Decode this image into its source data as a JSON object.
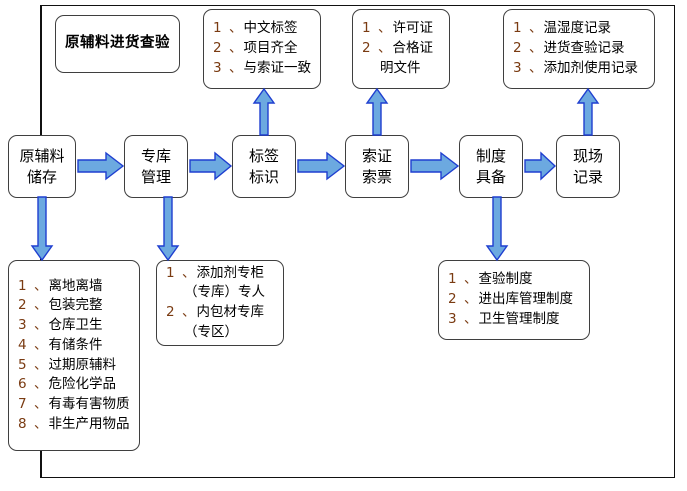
{
  "diagram": {
    "title_box": {
      "label": "原辅料进货查验"
    },
    "process_steps": [
      {
        "id": "storage",
        "lines": [
          "原辅料",
          "储存"
        ]
      },
      {
        "id": "warehouse",
        "lines": [
          "专库",
          "管理"
        ]
      },
      {
        "id": "labeling",
        "lines": [
          "标签",
          "标识"
        ]
      },
      {
        "id": "cert",
        "lines": [
          "索证",
          "索票"
        ]
      },
      {
        "id": "system",
        "lines": [
          "制度",
          "具备"
        ]
      },
      {
        "id": "records",
        "lines": [
          "现场",
          "记录"
        ]
      }
    ],
    "top_notes": [
      {
        "id": "label-requirements",
        "items": [
          {
            "num": "1",
            "sep": "、",
            "text": "中文标签"
          },
          {
            "num": "2",
            "sep": "、",
            "text": "项目齐全"
          },
          {
            "num": "3",
            "sep": "、",
            "text": "与索证一致"
          }
        ],
        "continuations": []
      },
      {
        "id": "certificate-requirements",
        "items": [
          {
            "num": "1",
            "sep": "、",
            "text": "许可证"
          },
          {
            "num": "2",
            "sep": "、",
            "text": "合格证"
          }
        ],
        "continuations": [
          {
            "after": 2,
            "text": "明文件"
          }
        ]
      },
      {
        "id": "record-requirements",
        "items": [
          {
            "num": "1",
            "sep": "、",
            "text": "温湿度记录"
          },
          {
            "num": "2",
            "sep": "、",
            "text": "进货查验记录"
          },
          {
            "num": "3",
            "sep": "、",
            "text": "添加剂使用记录"
          }
        ],
        "continuations": []
      }
    ],
    "bottom_notes": [
      {
        "id": "storage-requirements",
        "items": [
          {
            "num": "1",
            "sep": "、",
            "text": "离地离墙"
          },
          {
            "num": "2",
            "sep": "、",
            "text": "包装完整"
          },
          {
            "num": "3",
            "sep": "、",
            "text": "仓库卫生"
          },
          {
            "num": "4",
            "sep": "、",
            "text": "有储条件"
          },
          {
            "num": "5",
            "sep": "、",
            "text": "过期原辅料"
          },
          {
            "num": "6",
            "sep": "、",
            "text": "危险化学品"
          },
          {
            "num": "7",
            "sep": "、",
            "text": "有毒有害物质"
          },
          {
            "num": "8",
            "sep": "、",
            "text": "非生产用物品"
          }
        ],
        "continuations": []
      },
      {
        "id": "dedicated-storage",
        "items": [
          {
            "num": "1",
            "sep": "、",
            "text": "添加剂专柜"
          },
          {
            "num": "2",
            "sep": "、",
            "text": "内包材专库"
          }
        ],
        "continuations": [
          {
            "after": 1,
            "text": "（专库）专人"
          },
          {
            "after": 2,
            "text": "（专区）"
          }
        ]
      },
      {
        "id": "management-systems",
        "items": [
          {
            "num": "1",
            "sep": "、",
            "text": "查验制度"
          },
          {
            "num": "2",
            "sep": "、",
            "text": "进出库管理制度"
          },
          {
            "num": "3",
            "sep": "、",
            "text": "卫生管理制度"
          }
        ],
        "continuations": []
      }
    ],
    "colors": {
      "arrow_fill": "#6CA9E0",
      "arrow_stroke": "#1F3FD0",
      "box_border": "#3f3f3f",
      "frame_border": "#111111",
      "number_color": "#7a3b12",
      "text_color": "#000000"
    }
  }
}
